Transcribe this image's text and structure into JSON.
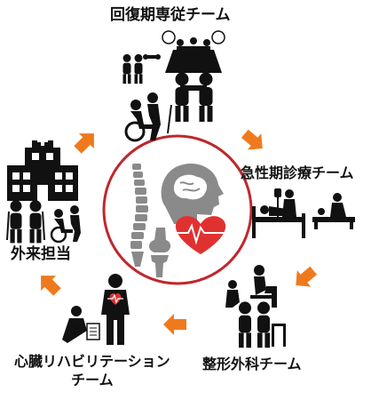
{
  "teams": {
    "recovery": "回復期専従チーム",
    "acute": "急性期診療チーム",
    "ortho": "整形外科チーム",
    "cardiac_line1": "心臓リハビリテーション",
    "cardiac_line2": "チーム",
    "outpatient": "外来担当"
  },
  "colors": {
    "arrow": "#ef7a1e",
    "ring": "#c0272d",
    "heart": "#e03131",
    "organ": "#8a8a8a",
    "figure": "#111111"
  },
  "icons": {
    "center": [
      "spine-icon",
      "brain-head-icon",
      "knee-joint-icon",
      "heart-ecg-icon"
    ],
    "recovery": [
      "meeting-icon",
      "exercise-group-icon",
      "wheelchair-icon",
      "walking-cane-icon"
    ],
    "acute": [
      "hospital-bed-icon",
      "massage-therapy-icon"
    ],
    "ortho": [
      "knee-therapy-icon",
      "walker-rehab-icon"
    ],
    "cardiac": [
      "patient-heart-icon",
      "reading-patient-icon"
    ],
    "outpatient": [
      "hospital-building-icon",
      "crutches-icon",
      "wheelchair-assist-icon"
    ]
  }
}
